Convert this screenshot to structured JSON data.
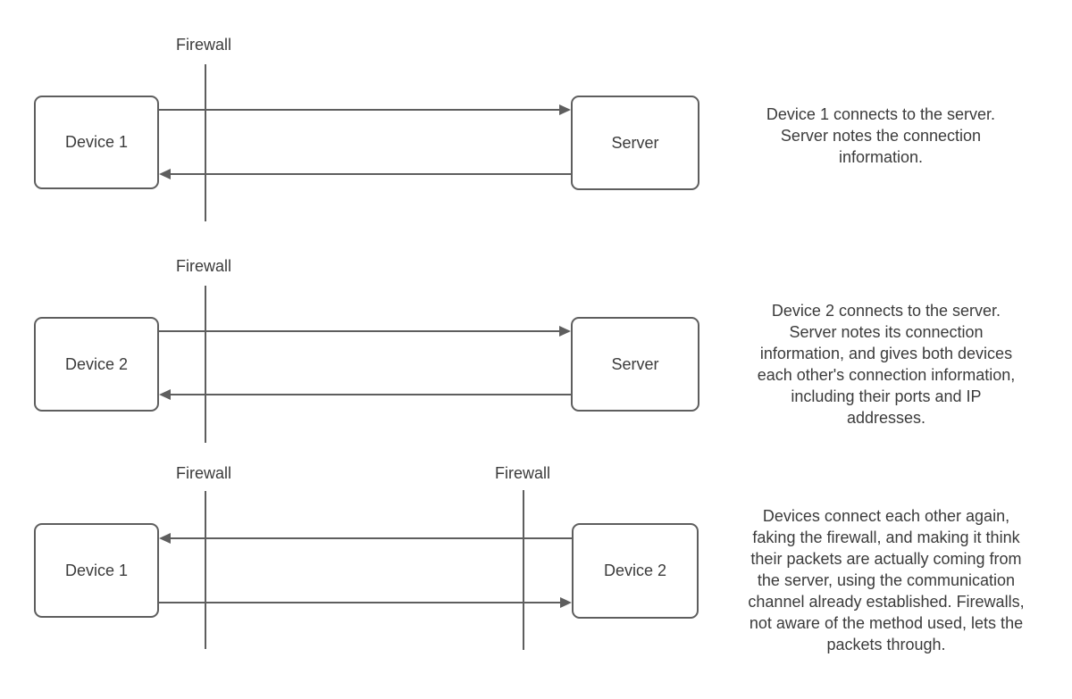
{
  "diagram": {
    "title": "firewall-hole-punching-diagram",
    "colors": {
      "stroke": "#5e5e5e",
      "text": "#3b3b3b",
      "bg": "#ffffff"
    },
    "steps": [
      {
        "left_node": "Device 1",
        "right_node": "Server",
        "firewall_1": "Firewall",
        "description": "Device 1 connects to the server.\nServer notes the connection\ninformation."
      },
      {
        "left_node": "Device 2",
        "right_node": "Server",
        "firewall_1": "Firewall",
        "description": "Device 2 connects to the server.\nServer notes its connection\ninformation, and gives both devices\neach other's connection information,\nincluding their ports and IP\naddresses."
      },
      {
        "left_node": "Device 1",
        "right_node": "Device 2",
        "firewall_1": "Firewall",
        "firewall_2": "Firewall",
        "description": "Devices connect each other again,\nfaking the firewall, and making it think\ntheir packets are actually coming from\nthe server, using the communication\nchannel already established. Firewalls,\nnot aware of the method used, lets the\npackets through."
      }
    ]
  }
}
